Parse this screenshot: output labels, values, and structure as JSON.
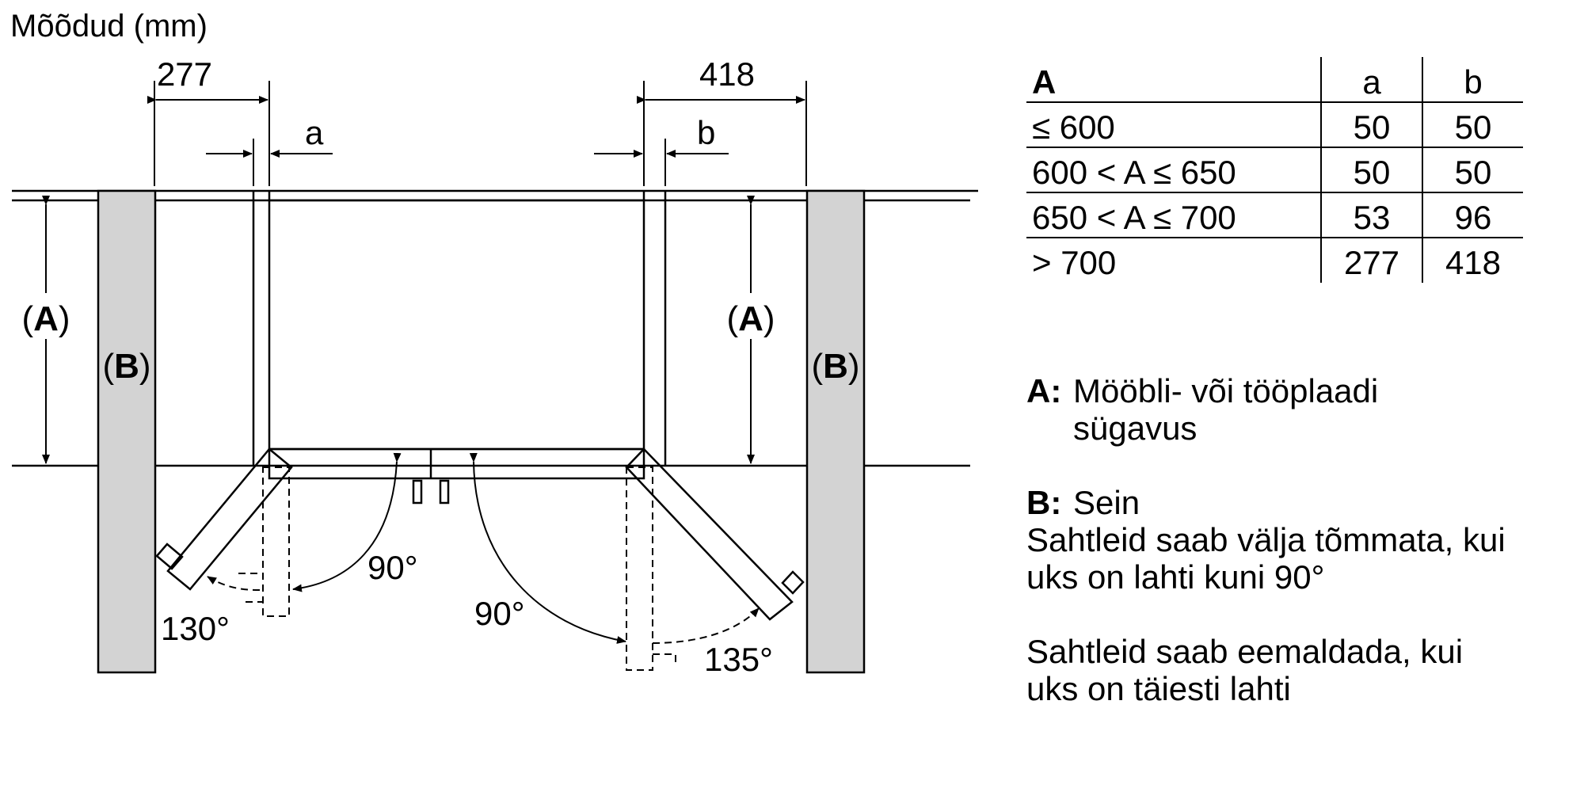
{
  "title": "Mõõdud (mm)",
  "dimensions": {
    "left_top": "277",
    "right_top": "418",
    "left_gap": "a",
    "right_gap": "b",
    "depth_left": "A",
    "depth_right": "A",
    "wall_left": "B",
    "wall_right": "B",
    "angle_left_inner": "90°",
    "angle_left_outer": "130°",
    "angle_right_inner": "90°",
    "angle_right_outer": "135°"
  },
  "table": {
    "headers": [
      "A",
      "a",
      "b"
    ],
    "rows": [
      [
        "≤ 600",
        "50",
        "50"
      ],
      [
        "600 < A ≤ 650",
        "50",
        "50"
      ],
      [
        "650 < A ≤ 700",
        "53",
        "96"
      ],
      [
        "> 700",
        "277",
        "418"
      ]
    ]
  },
  "legend": {
    "a_key": "A:",
    "a_line1": "Mööbli- või tööplaadi",
    "a_line2": "sügavus",
    "b_key": "B:",
    "b_text": "Sein",
    "note1_line1": "Sahtleid saab välja tõmmata, kui",
    "note1_line2": "uks on lahti kuni 90°",
    "note2_line1": "Sahtleid saab eemaldada, kui",
    "note2_line2": "uks on täiesti lahti"
  },
  "colors": {
    "wall_fill": "#d3d3d3",
    "line": "#000000"
  }
}
